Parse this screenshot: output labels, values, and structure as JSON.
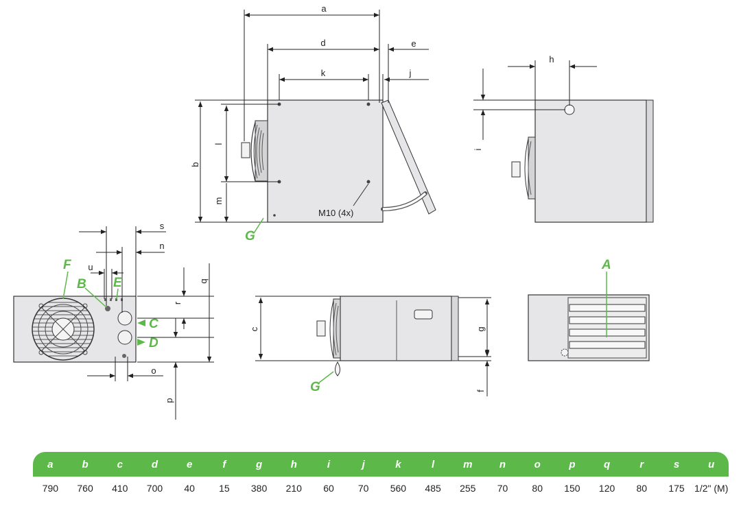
{
  "colors": {
    "accent": "#5cb848",
    "line": "#333333",
    "panel": "#e6e6e8",
    "text": "#222222"
  },
  "dimension_letters": {
    "a": "a",
    "b": "b",
    "c": "c",
    "d": "d",
    "e": "e",
    "f": "f",
    "g": "g",
    "h": "h",
    "i": "i",
    "j": "j",
    "k": "k",
    "l": "l",
    "m": "m",
    "n": "n",
    "o": "o",
    "p": "p",
    "q": "q",
    "r": "r",
    "s": "s",
    "u": "u"
  },
  "component_labels": {
    "A": "A",
    "B": "B",
    "C": "C",
    "D": "D",
    "E": "E",
    "F": "F",
    "G": "G"
  },
  "mount_note": "M10 (4x)",
  "table": {
    "headers": [
      "a",
      "b",
      "c",
      "d",
      "e",
      "f",
      "g",
      "h",
      "i",
      "j",
      "k",
      "l",
      "m",
      "n",
      "o",
      "p",
      "q",
      "r",
      "s",
      "u"
    ],
    "values": [
      "790",
      "760",
      "410",
      "700",
      "40",
      "15",
      "380",
      "210",
      "60",
      "70",
      "560",
      "485",
      "255",
      "70",
      "80",
      "150",
      "120",
      "80",
      "175",
      "1/2\" (M)"
    ]
  }
}
